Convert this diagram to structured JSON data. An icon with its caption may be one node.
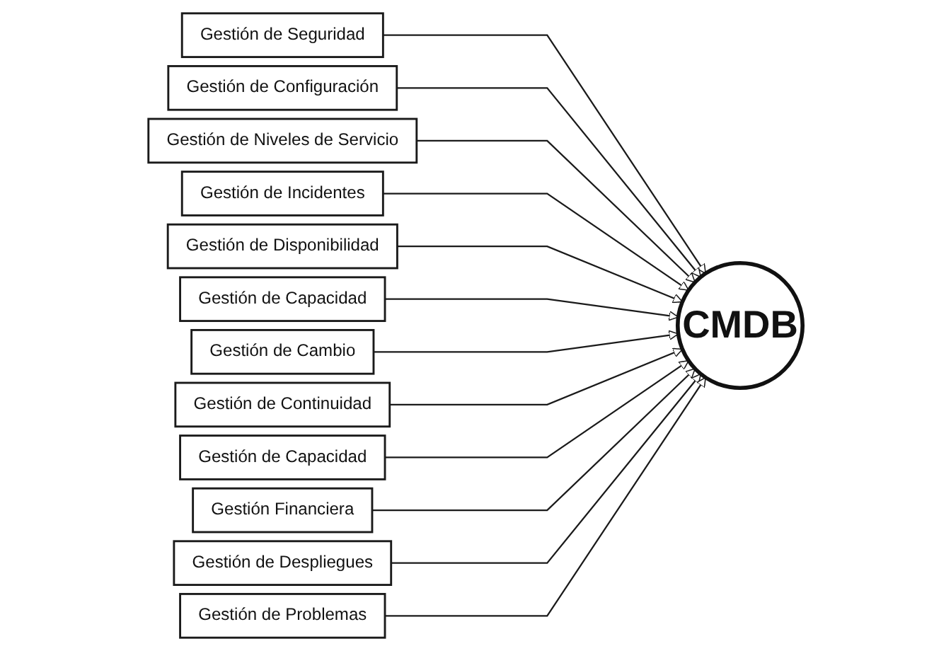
{
  "diagram": {
    "nodes": [
      {
        "text": [
          "Gestión de Seguridad"
        ]
      },
      {
        "text": [
          "Gestión de Configuración"
        ]
      },
      {
        "text": [
          "Gestión de Niveles de Servicio"
        ]
      },
      {
        "text": [
          "Gestión de Incidentes"
        ]
      },
      {
        "text": [
          "Gestión de Disponibilidad"
        ]
      },
      {
        "text": [
          "Gestión de Capacidad"
        ]
      },
      {
        "text": [
          "CMDB"
        ]
      },
      {
        "text": [
          "Gestión de Cambio"
        ]
      },
      {
        "text": [
          "Gestión de Continuidad"
        ]
      },
      {
        "text": [
          "Gestión de Capacidad"
        ]
      },
      {
        "text": [
          "Gestión Financiera"
        ]
      },
      {
        "text": [
          "Gestión de Despliegues"
        ]
      },
      {
        "text": [
          "Gestión de Problemas"
        ]
      }
    ],
    "edges": [
      {
        "from": 0,
        "to": 6,
        "arrow": "to"
      },
      {
        "from": 1,
        "to": 6,
        "arrow": "to"
      },
      {
        "from": 2,
        "to": 6,
        "arrow": "to"
      },
      {
        "from": 3,
        "to": 6,
        "arrow": "to"
      },
      {
        "from": 4,
        "to": 6,
        "arrow": "to"
      },
      {
        "from": 5,
        "to": 6,
        "arrow": "to"
      },
      {
        "from": 7,
        "to": 6,
        "arrow": "to"
      },
      {
        "from": 8,
        "to": 6,
        "arrow": "to"
      },
      {
        "from": 9,
        "to": 6,
        "arrow": "to"
      },
      {
        "from": 10,
        "to": 6,
        "arrow": "to"
      },
      {
        "from": 11,
        "to": 6,
        "arrow": "to"
      },
      {
        "from": 12,
        "to": 6,
        "arrow": "to"
      }
    ]
  }
}
